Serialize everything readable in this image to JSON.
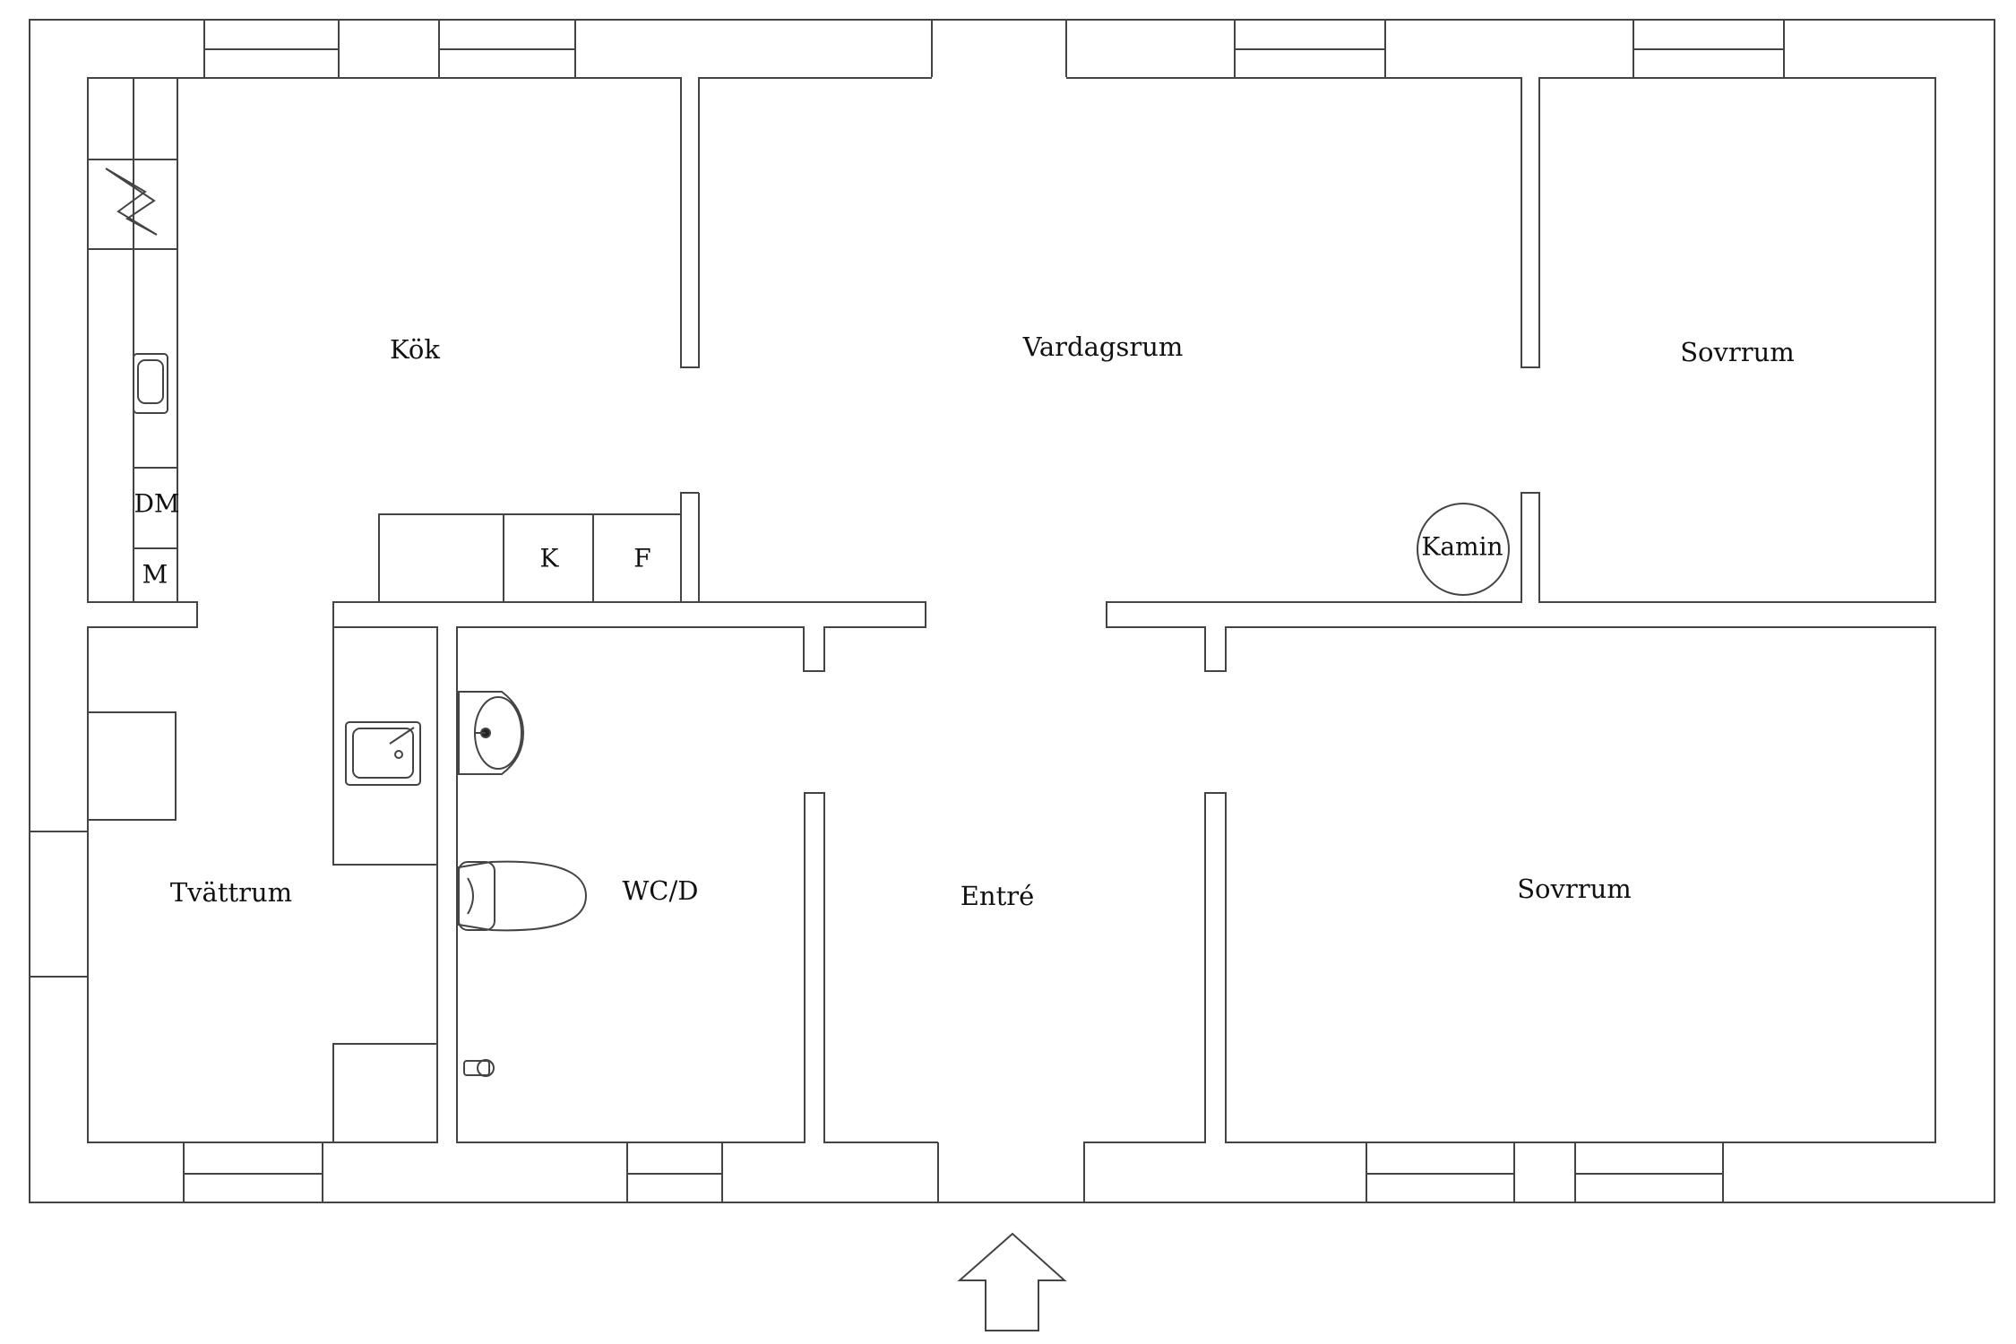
{
  "rooms": {
    "kok": "Kök",
    "vardagsrum": "Vardagsrum",
    "sovrum_top": "Sovrrum",
    "sovrum_bottom": "Sovrrum",
    "tvattrum": "Tvättrum",
    "wc": "WC/D",
    "entre": "Entré"
  },
  "fixtures": {
    "kamin": "Kamin",
    "dm": "DM",
    "m": "M",
    "k": "K",
    "f": "F"
  },
  "icons": {
    "stove": "stove-icon",
    "kitchen_sink": "kitchen-sink-icon",
    "laundry_sink": "laundry-sink-icon",
    "washbasin": "washbasin-icon",
    "toilet": "toilet-icon",
    "entrance_arrow": "entrance-arrow-icon"
  },
  "colors": {
    "line": "#444444",
    "background": "#ffffff"
  }
}
